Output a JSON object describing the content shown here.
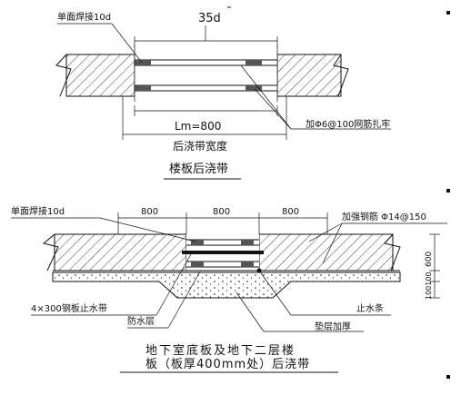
{
  "top": {
    "weld_note": "单面焊接10d",
    "dim_35d": "35d",
    "lm_label": "Lm=800",
    "rebar_note": "加Φ6@100网筋扎牢",
    "width_caption": "后浇带宽度",
    "title": "楼板后浇带"
  },
  "bottom": {
    "weld_note": "单面焊接10d",
    "dims": [
      "800",
      "800",
      "800"
    ],
    "rebar_note": "加强钢筋 Φ14@150",
    "dim_600": "600",
    "dim_100": "100100",
    "steel_plate_note": "4×300钢板止水带",
    "waterproof_note": "防水层",
    "waterstop_note": "止水条",
    "cushion_note": "垫层加厚",
    "title_line1": "地下室底板及地下二层楼",
    "title_line2": "板（板厚400mm处）后浇带"
  }
}
